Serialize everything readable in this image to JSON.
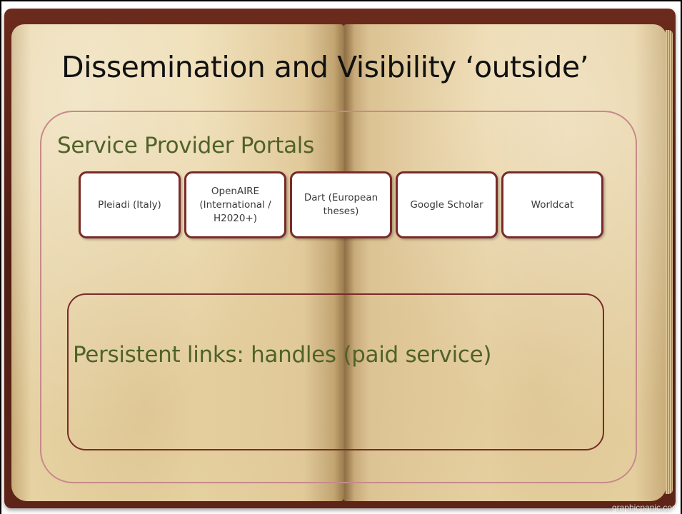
{
  "slide": {
    "title": "Dissemination and Visibility ‘outside’",
    "section_heading": "Service Provider Portals",
    "portals": [
      {
        "label": "Pleiadi (Italy)"
      },
      {
        "label": "OpenAIRE\n(International /\nH2020+)"
      },
      {
        "label": "Dart (European\ntheses)"
      },
      {
        "label": "Google Scholar"
      },
      {
        "label": "Worldcat"
      }
    ],
    "persistent_links_text": "Persistent links: handles (paid service)",
    "watermark": "graphicpanic.com"
  },
  "colors": {
    "title": "#111111",
    "heading_green": "#4f6228",
    "outer_border": "#c68a8a",
    "box_border": "#7a2a2a",
    "book_cover": "#5e2417",
    "page_paper": "#eedcb0"
  }
}
